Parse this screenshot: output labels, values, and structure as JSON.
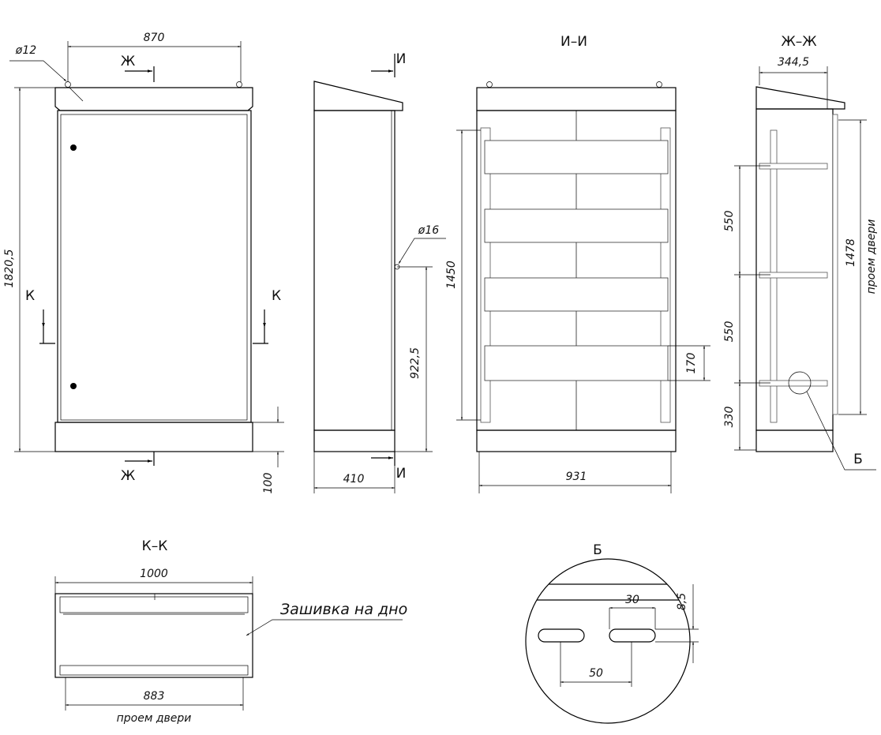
{
  "front": {
    "width": "870",
    "hole": "ø12",
    "height": "1820,5",
    "plinth": "100",
    "section_zh": "Ж",
    "section_k": "К"
  },
  "side": {
    "section_i": "И",
    "hole": "ø16",
    "hole_height": "922,5",
    "depth": "410"
  },
  "view_ii": {
    "title": "И–И",
    "rail_height": "1450",
    "bar": "170",
    "width": "931"
  },
  "view_zhzh": {
    "title": "Ж–Ж",
    "depth": "344,5",
    "step1": "550",
    "step2": "550",
    "bottom": "330",
    "door_height": "1478",
    "door_label": "проем двери",
    "detail_ref": "Б"
  },
  "view_kk": {
    "title": "К–К",
    "width": "1000",
    "note": "Зашивка на дно",
    "door_width": "883",
    "door_label": "проем двери"
  },
  "detail_b": {
    "title": "Б",
    "slot_len": "30",
    "slot_h": "8,5",
    "pitch": "50"
  }
}
